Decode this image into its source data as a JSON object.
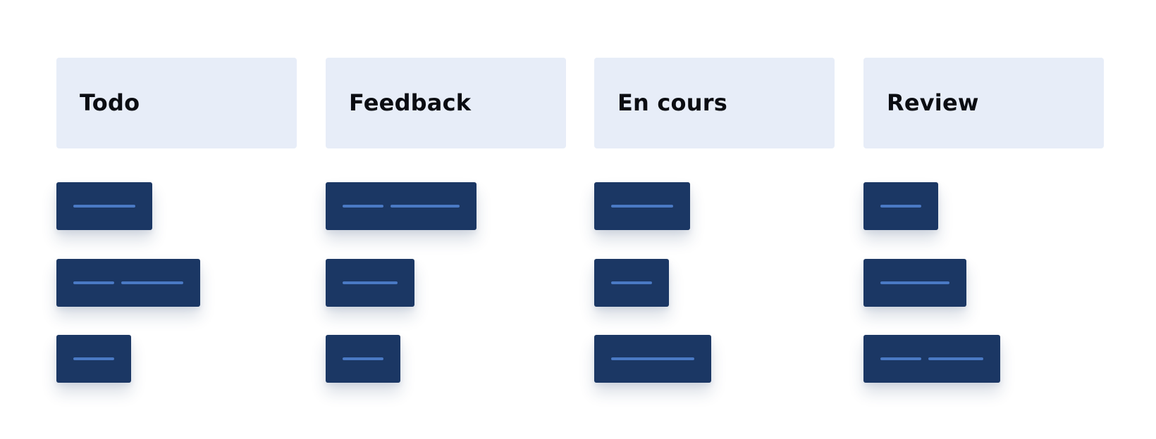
{
  "board": {
    "columns": [
      {
        "title": "Todo",
        "cards": [
          {
            "lines": 1
          },
          {
            "lines": 2
          },
          {
            "lines": 1
          }
        ]
      },
      {
        "title": "Feedback",
        "cards": [
          {
            "lines": 2
          },
          {
            "lines": 1
          },
          {
            "lines": 1
          }
        ]
      },
      {
        "title": "En cours",
        "cards": [
          {
            "lines": 1
          },
          {
            "lines": 1
          },
          {
            "lines": 1
          }
        ]
      },
      {
        "title": "Review",
        "cards": [
          {
            "lines": 1
          },
          {
            "lines": 1
          },
          {
            "lines": 2
          }
        ]
      }
    ]
  },
  "colors": {
    "background": "#ffffff",
    "header_background": "#e7edf8",
    "title_text": "#0b0d12",
    "card_background": "#1b3764",
    "card_line": "#4a79c4"
  }
}
